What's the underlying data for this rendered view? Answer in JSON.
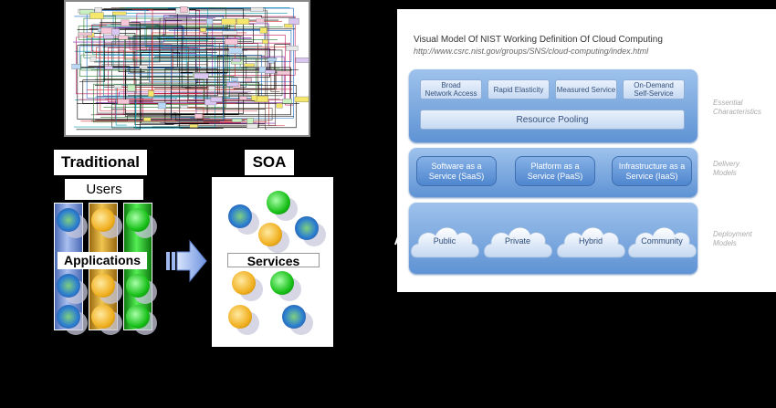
{
  "traditional": {
    "title": "Traditional",
    "users_label": "Users",
    "applications_label": "Applications"
  },
  "soa": {
    "title": "SOA",
    "services_label": "Services"
  },
  "nist": {
    "title": "Visual Model Of NIST Working Definition Of Cloud Computing",
    "url": "http://www.csrc.nist.gov/groups/SNS/cloud-computing/index.html",
    "characteristics": [
      {
        "line1": "Broad",
        "line2": "Network Access"
      },
      {
        "line1": "Rapid Elasticity",
        "line2": ""
      },
      {
        "line1": "Measured Service",
        "line2": ""
      },
      {
        "line1": "On-Demand",
        "line2": "Self-Service"
      }
    ],
    "resource_pooling": "Resource Pooling",
    "services": [
      {
        "line1": "Software as a",
        "line2": "Service (SaaS)"
      },
      {
        "line1": "Platform as a",
        "line2": "Service (PaaS)"
      },
      {
        "line1": "Infrastructure as a",
        "line2": "Service (IaaS)"
      }
    ],
    "deployment": [
      "Public",
      "Private",
      "Hybrid",
      "Community"
    ],
    "side_labels": {
      "essential_1": "Essential",
      "essential_2": "Characteristics",
      "delivery_1": "Delivery",
      "delivery_2": "Models",
      "deployment_1": "Deployment",
      "deployment_2": "Models"
    }
  },
  "colors": {
    "band_top": "#9ec2ec",
    "band_bottom": "#5f93d4",
    "pill_text": "#33507a"
  }
}
